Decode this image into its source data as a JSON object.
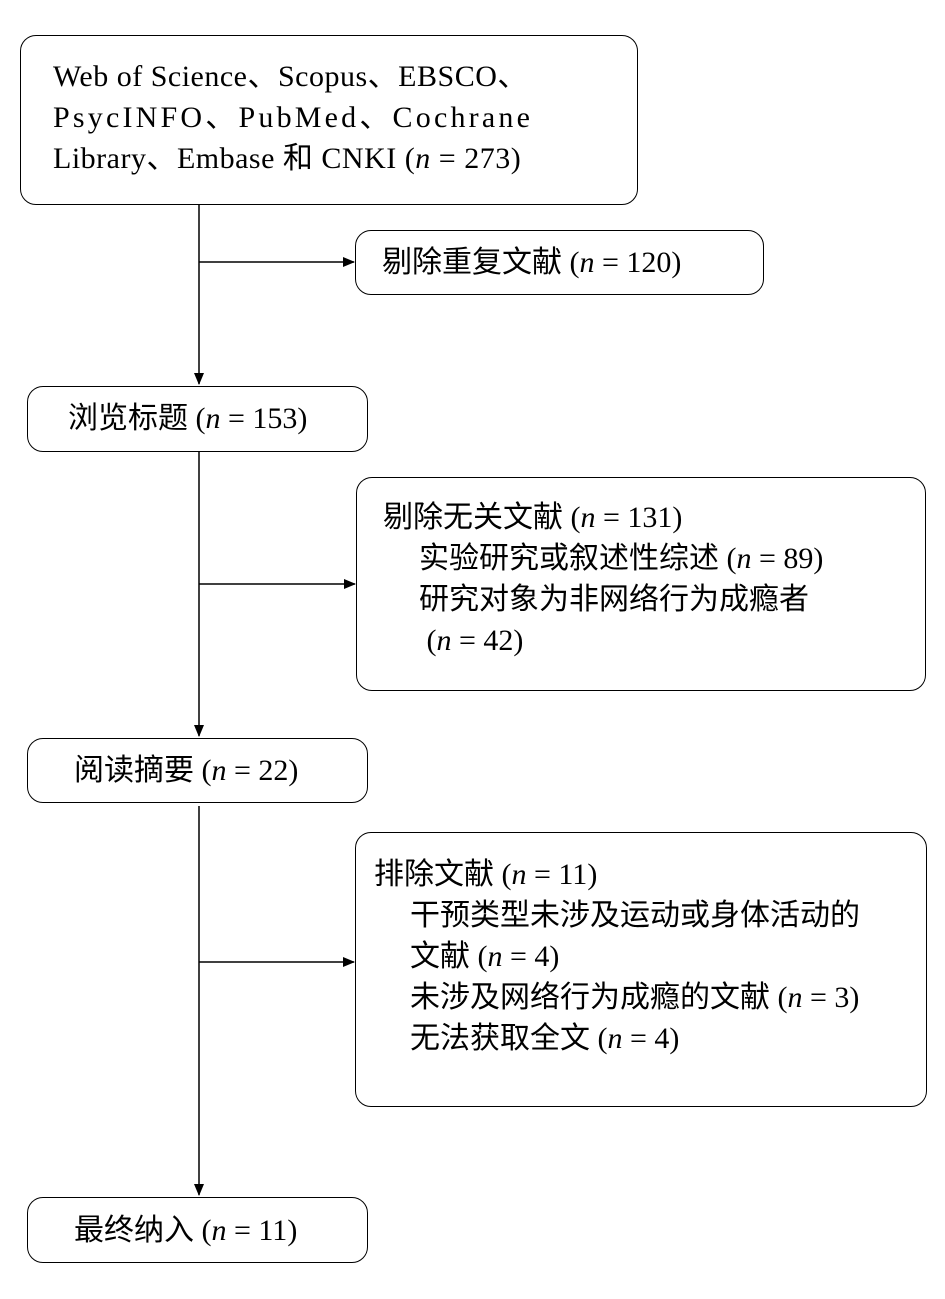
{
  "flowchart": {
    "source": {
      "line1": "Web of Science、Scopus、EBSCO、",
      "line2": "PsycINFO、PubMed、Cochrane",
      "line3": "Library、Embase 和 CNKI",
      "n": "273"
    },
    "duplicates": {
      "label": "剔除重复文献",
      "n": "120"
    },
    "titles": {
      "label": "浏览标题",
      "n": "153"
    },
    "irrelevant": {
      "label": "剔除无关文献",
      "n": "131",
      "items": [
        {
          "label": "实验研究或叙述性综述",
          "n": "89"
        },
        {
          "label": "研究对象为非网络行为成瘾者",
          "n": "42"
        }
      ]
    },
    "abstracts": {
      "label": "阅读摘要",
      "n": "22"
    },
    "excluded": {
      "label": "排除文献",
      "n": "11",
      "items": [
        {
          "label_line1": "干预类型未涉及运动或身体活动的",
          "label_line2": "文献",
          "n": "4"
        },
        {
          "label": "未涉及网络行为成瘾的文献",
          "n": "3"
        },
        {
          "label": "无法获取全文",
          "n": "4"
        }
      ]
    },
    "included": {
      "label": "最终纳入",
      "n": "11"
    },
    "n_symbol": "n"
  }
}
